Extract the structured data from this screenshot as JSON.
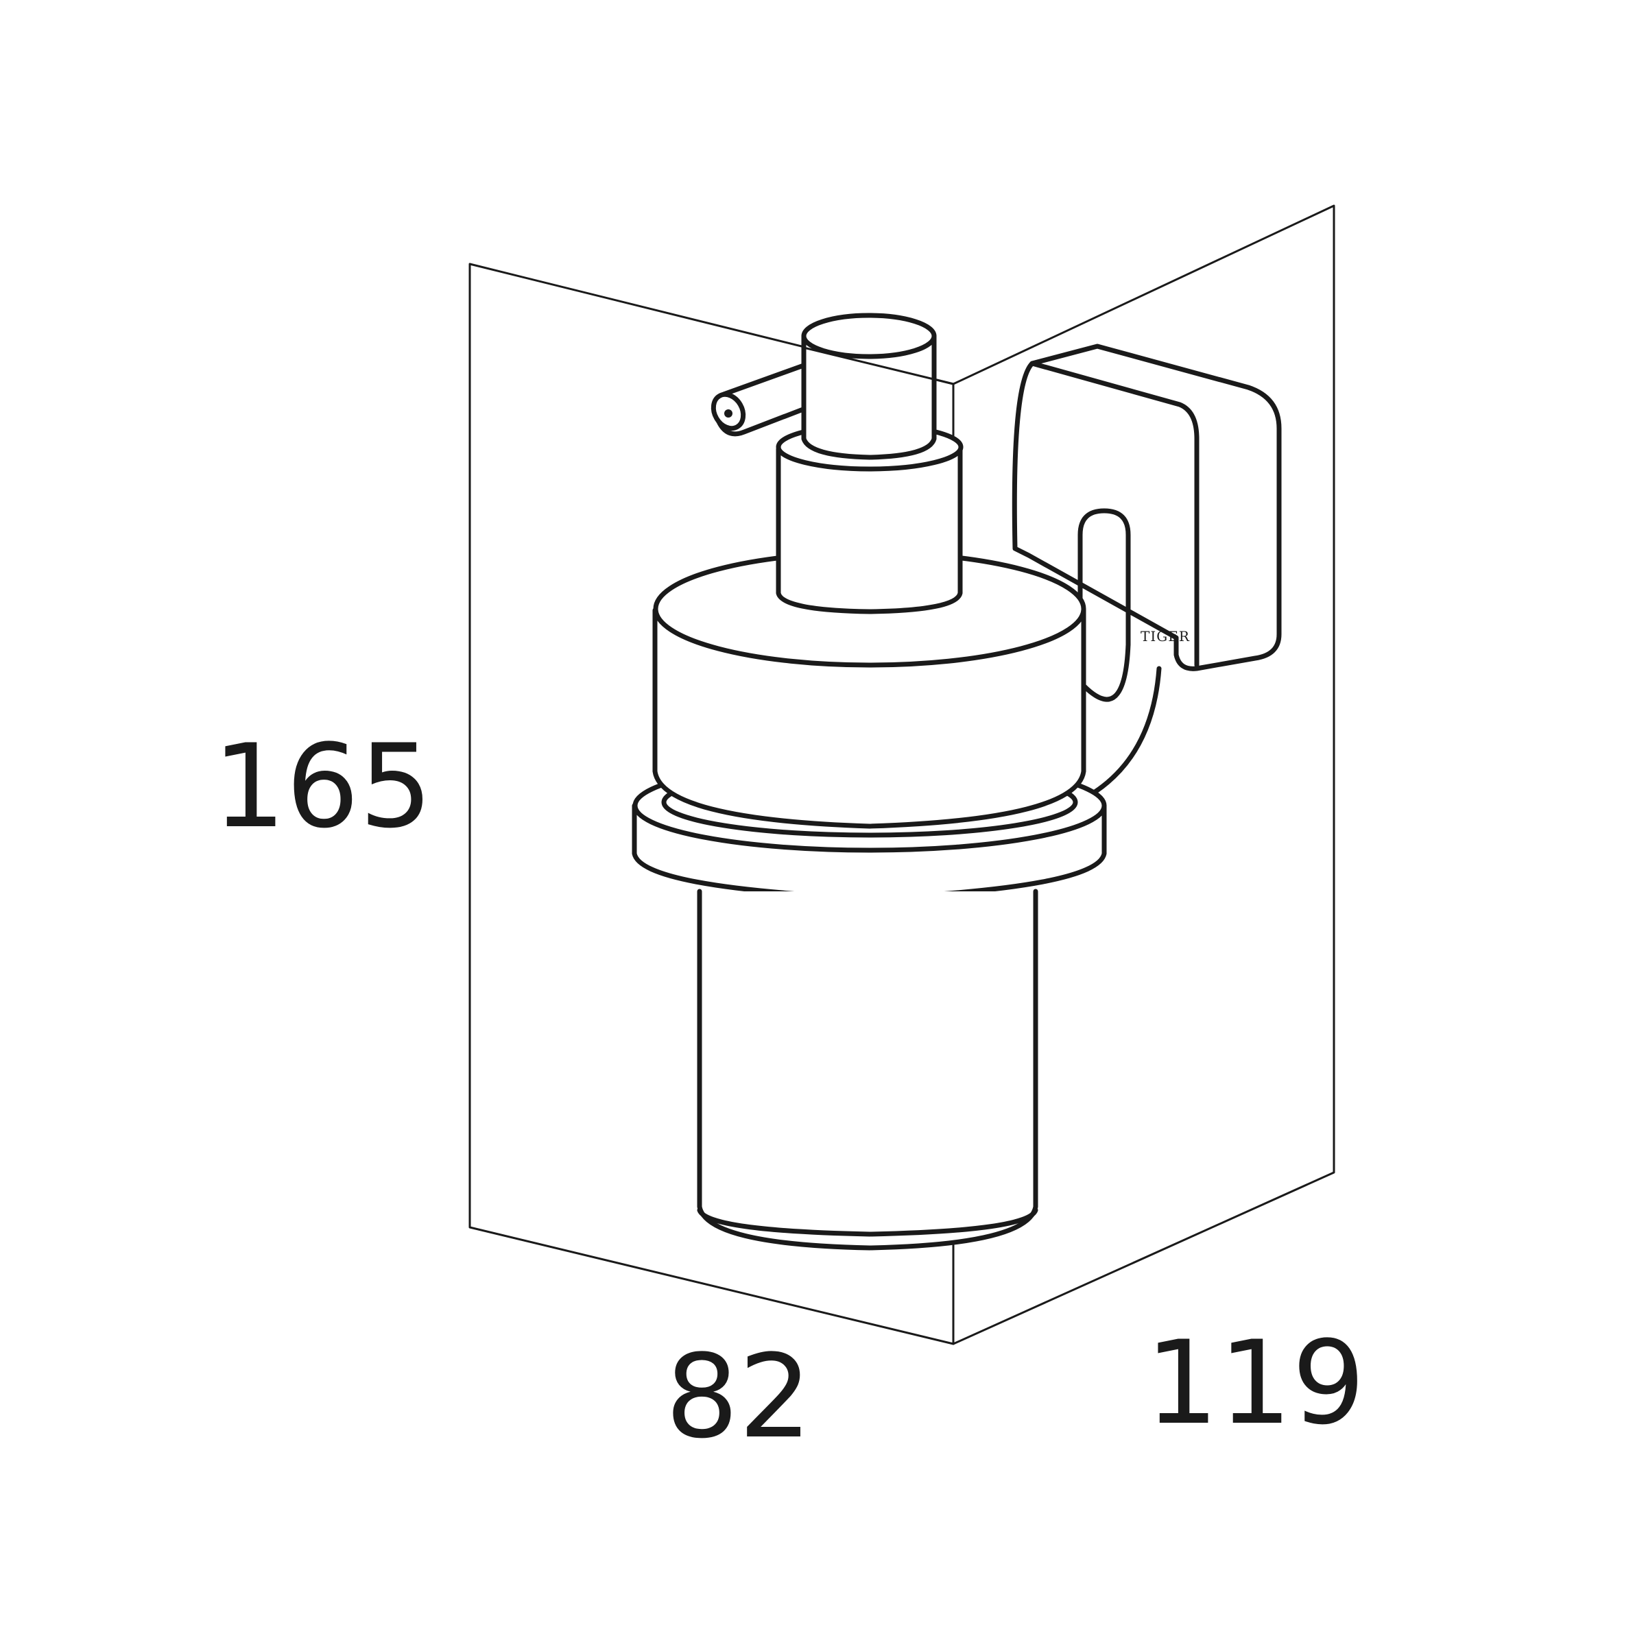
{
  "dimensions": {
    "height": "165",
    "width": "82",
    "depth": "119"
  },
  "brand": "TIGER",
  "colors": {
    "line": "#1a1a1a",
    "background": "#ffffff"
  }
}
